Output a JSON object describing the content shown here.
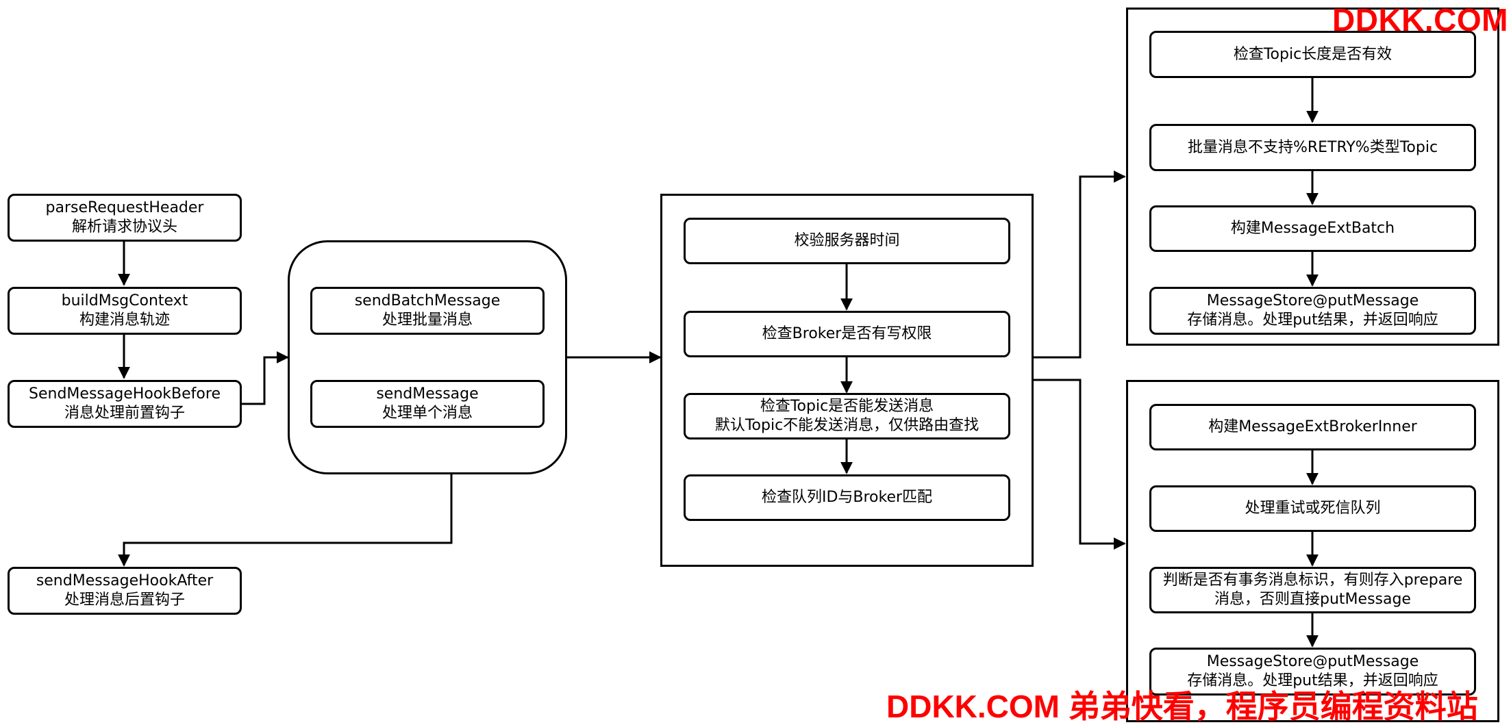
{
  "watermark": {
    "top": "DDKK.COM",
    "bottom": "DDKK.COM 弟弟快看，程序员编程资料站"
  },
  "left_column": {
    "parse": {
      "line1": "parseRequestHeader",
      "line2": "解析请求协议头"
    },
    "build_ctx": {
      "line1": "buildMsgContext",
      "line2": "构建消息轨迹"
    },
    "hook_before": {
      "line1": "SendMessageHookBefore",
      "line2": "消息处理前置钩子"
    },
    "hook_after": {
      "line1": "sendMessageHookAfter",
      "line2": "处理消息后置钩子"
    }
  },
  "dispatch": {
    "batch": {
      "line1": "sendBatchMessage",
      "line2": "处理批量消息"
    },
    "single": {
      "line1": "sendMessage",
      "line2": "处理单个消息"
    }
  },
  "checks": {
    "server_time": "校验服务器时间",
    "broker_write": "检查Broker是否有写权限",
    "topic_send": {
      "line1": "检查Topic是否能发送消息",
      "line2": "默认Topic不能发送消息，仅供路由查找"
    },
    "queue_id": "检查队列ID与Broker匹配"
  },
  "batch_flow": {
    "topic_length": "检查Topic长度是否有效",
    "no_retry": "批量消息不支持%RETRY%类型Topic",
    "build_batch": "构建MessageExtBatch",
    "store": {
      "line1": "MessageStore@putMessage",
      "line2": "存储消息。处理put结果，并返回响应"
    }
  },
  "single_flow": {
    "build_inner": "构建MessageExtBrokerInner",
    "retry_dlq": "处理重试或死信队列",
    "transaction": {
      "line1": "判断是否有事务消息标识，有则存入prepare",
      "line2": "消息，否则直接putMessage"
    },
    "store": {
      "line1": "MessageStore@putMessage",
      "line2": "存储消息。处理put结果，并返回响应"
    }
  }
}
